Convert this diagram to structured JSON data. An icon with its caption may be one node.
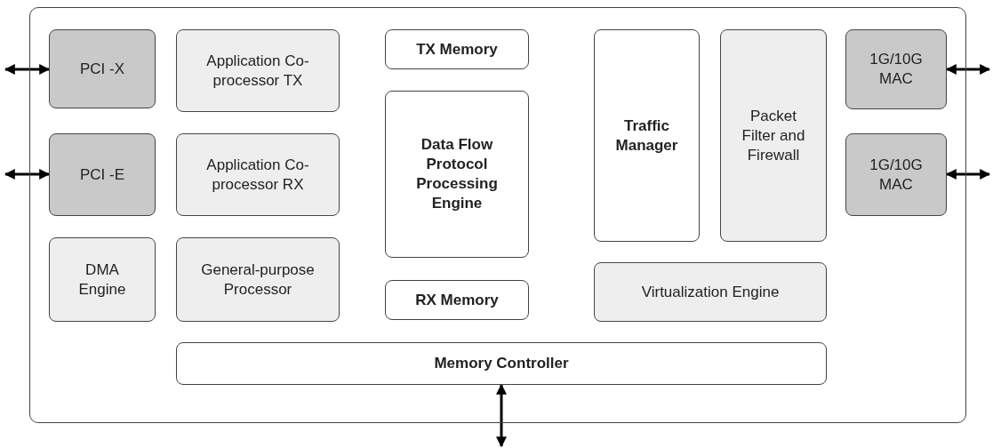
{
  "diagram": {
    "nodes": [
      {
        "text": [],
        "shape": "box"
      },
      {
        "text": [
          "PCI -X"
        ],
        "in": 0
      },
      {
        "text": [
          "Application Co-processor TX"
        ],
        "in": 0
      },
      {
        "text": [
          "TX Memory"
        ],
        "in": 0
      },
      {
        "text": [
          "Traffic Manager"
        ],
        "in": 0
      },
      {
        "text": [
          "Packet Filter and Firewall"
        ],
        "in": 0
      },
      {
        "text": [
          "1G/10G MAC"
        ],
        "in": 0
      },
      {
        "text": [
          "PCI -E"
        ],
        "in": 0
      },
      {
        "text": [
          "Application Co-processor RX"
        ],
        "in": 0
      },
      {
        "text": [
          "Data Flow Protocol Processing Engine"
        ],
        "in": 0
      },
      {
        "text": [
          "1G/10G MAC"
        ],
        "in": 0
      },
      {
        "text": [
          "DMA Engine"
        ],
        "in": 0
      },
      {
        "text": [
          "General-purpose Processor"
        ],
        "in": 0
      },
      {
        "text": [
          "RX Memory"
        ],
        "in": 0
      },
      {
        "text": [
          "Virtualization Engine"
        ],
        "in": 0
      },
      {
        "text": [
          "Memory Controller"
        ],
        "in": 0
      }
    ],
    "edges": [
      {
        "from": null,
        "to": 1,
        "arrow": "both"
      },
      {
        "from": null,
        "to": 7,
        "arrow": "both"
      },
      {
        "from": null,
        "to": 6,
        "arrow": "both"
      },
      {
        "from": null,
        "to": 10,
        "arrow": "both"
      },
      {
        "from": null,
        "to": 15,
        "arrow": "both"
      }
    ]
  }
}
